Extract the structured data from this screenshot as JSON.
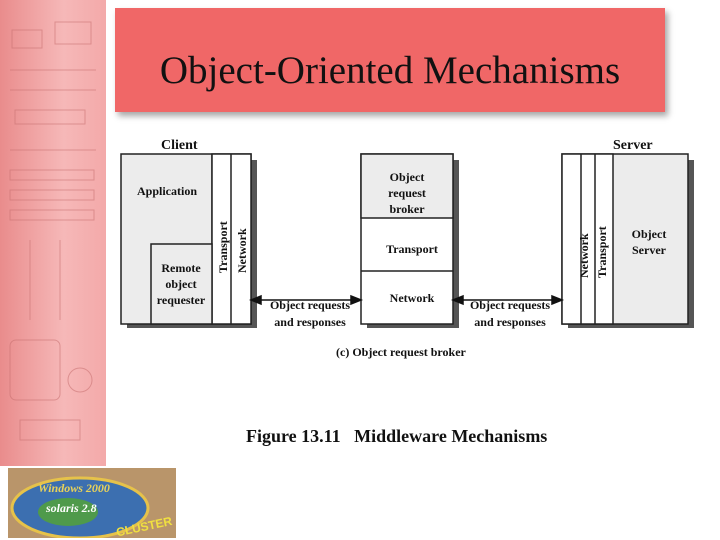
{
  "slide": {
    "title": "Object-Oriented Mechanisms"
  },
  "figure": {
    "caption": "Figure 13.11   Middleware Mechanisms",
    "subcaption": "(c) Object request broker"
  },
  "client": {
    "header": "Client",
    "application": "Application",
    "transport": "Transport",
    "network": "Network",
    "requester_lines": [
      "Remote",
      "object",
      "requester"
    ]
  },
  "broker": {
    "lines": [
      "Object",
      "request",
      "broker"
    ],
    "transport": "Transport",
    "network": "Network"
  },
  "server": {
    "header": "Server",
    "network": "Network",
    "transport": "Transport",
    "object_server_lines": [
      "Object",
      "Server"
    ]
  },
  "links": {
    "left_lines": [
      "Object requests",
      "and responses"
    ],
    "right_lines": [
      "Object requests",
      "and responses"
    ]
  },
  "logo": {
    "text_top": "Windows 2000",
    "text_mid": "solaris 2.8",
    "text_bottom": "CLUSTER"
  },
  "colors": {
    "title_bg": "#f06767",
    "box_fill": "#e6e6e6",
    "strip": "#f3a9a9"
  }
}
